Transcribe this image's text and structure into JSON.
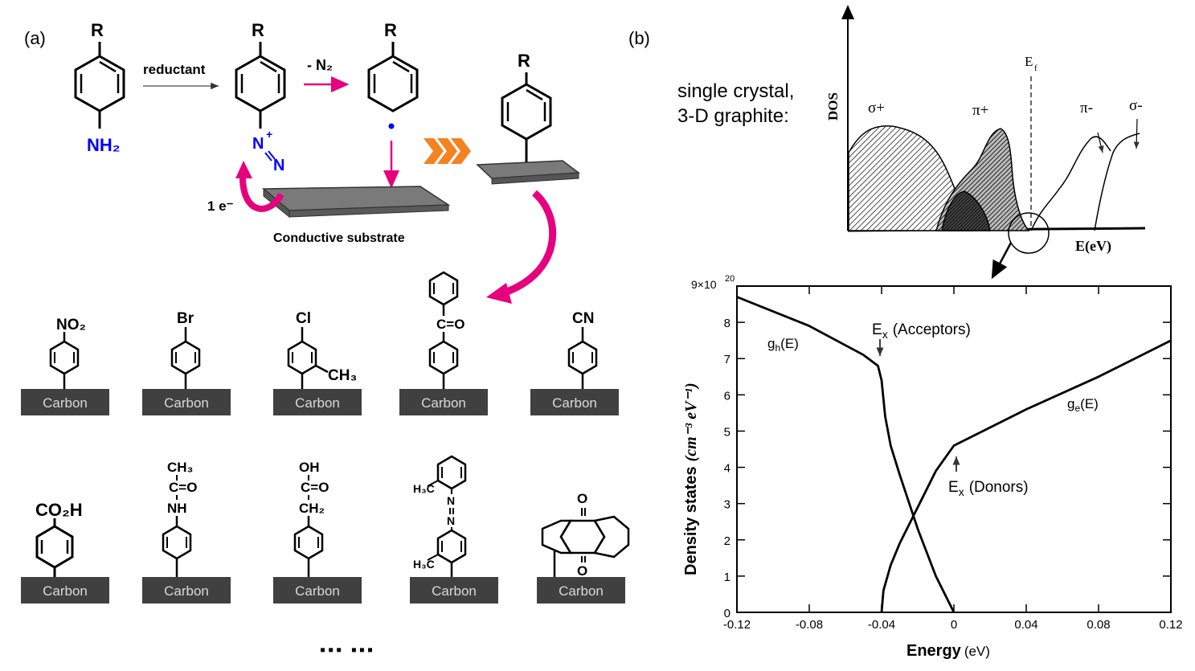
{
  "panel_a": {
    "label": "(a)",
    "reaction": {
      "r_group": "R",
      "amine": "NH₂",
      "reductant": "reductant",
      "minus_n2": "- N₂",
      "diazonium_n1": "N",
      "diazonium_plus": "+",
      "diazonium_n2": "N",
      "electron": "1 e⁻",
      "substrate_label": "Conductive substrate"
    },
    "substituents": [
      "NO₂",
      "Br",
      "Cl",
      "CH₃",
      "C=O",
      "CN",
      "CO₂H",
      "CH₃",
      "C=O",
      "NH",
      "OH",
      "C=O",
      "CH₂",
      "H₃C",
      "N",
      "N",
      "H₃C",
      "O",
      "O"
    ],
    "carbon_label": "Carbon",
    "ellipsis": "▪▪▪ ▪▪▪"
  },
  "panel_b": {
    "label": "(b)",
    "dos_plot": {
      "caption_line1": "single crystal,",
      "caption_line2": "3-D graphite:",
      "ylabel": "DOS",
      "xlabel": "E(eV)",
      "fermi": "E",
      "fermi_sub": "f",
      "sigma_plus": "σ+",
      "pi_plus": "π+",
      "pi_minus": "π-",
      "sigma_minus": "σ-"
    },
    "chart_data": {
      "type": "line",
      "xlabel": "Energy",
      "xlabel_unit": "(eV)",
      "ylabel": "Density states",
      "ylabel_unit": "(cm⁻³ eV⁻¹)",
      "y_scale_label": "9×10",
      "y_scale_exp": "20",
      "xlim": [
        -0.12,
        0.12
      ],
      "ylim": [
        0,
        9
      ],
      "x_ticks": [
        "-0.12",
        "-0.08",
        "-0.04",
        "0",
        "0.04",
        "0.08",
        "0.12"
      ],
      "y_ticks": [
        "0",
        "1",
        "2",
        "3",
        "4",
        "5",
        "6",
        "7",
        "8"
      ],
      "series": [
        {
          "name": "g_h(E)",
          "label_main": "g",
          "label_sub": "h",
          "label_tail": "(E)",
          "x": [
            -0.12,
            -0.08,
            -0.05,
            -0.042,
            -0.04,
            -0.038,
            -0.035,
            -0.03,
            -0.02,
            -0.01,
            0.0
          ],
          "y": [
            8.7,
            7.9,
            7.1,
            6.8,
            6.4,
            5.4,
            4.6,
            3.8,
            2.3,
            1.0,
            0.0
          ]
        },
        {
          "name": "g_e(E)",
          "label_main": "g",
          "label_sub": "e",
          "label_tail": "(E)",
          "x": [
            -0.04,
            -0.039,
            -0.035,
            -0.03,
            -0.02,
            -0.01,
            0.0,
            0.04,
            0.08,
            0.12
          ],
          "y": [
            0.0,
            0.6,
            1.3,
            1.9,
            2.9,
            3.9,
            4.6,
            5.6,
            6.5,
            7.5
          ]
        }
      ],
      "annotations": {
        "acceptors_main": "E",
        "acceptors_sub": "x",
        "acceptors_text": "(Acceptors)",
        "donors_main": "E",
        "donors_sub": "x",
        "donors_text": "(Donors)"
      }
    }
  }
}
